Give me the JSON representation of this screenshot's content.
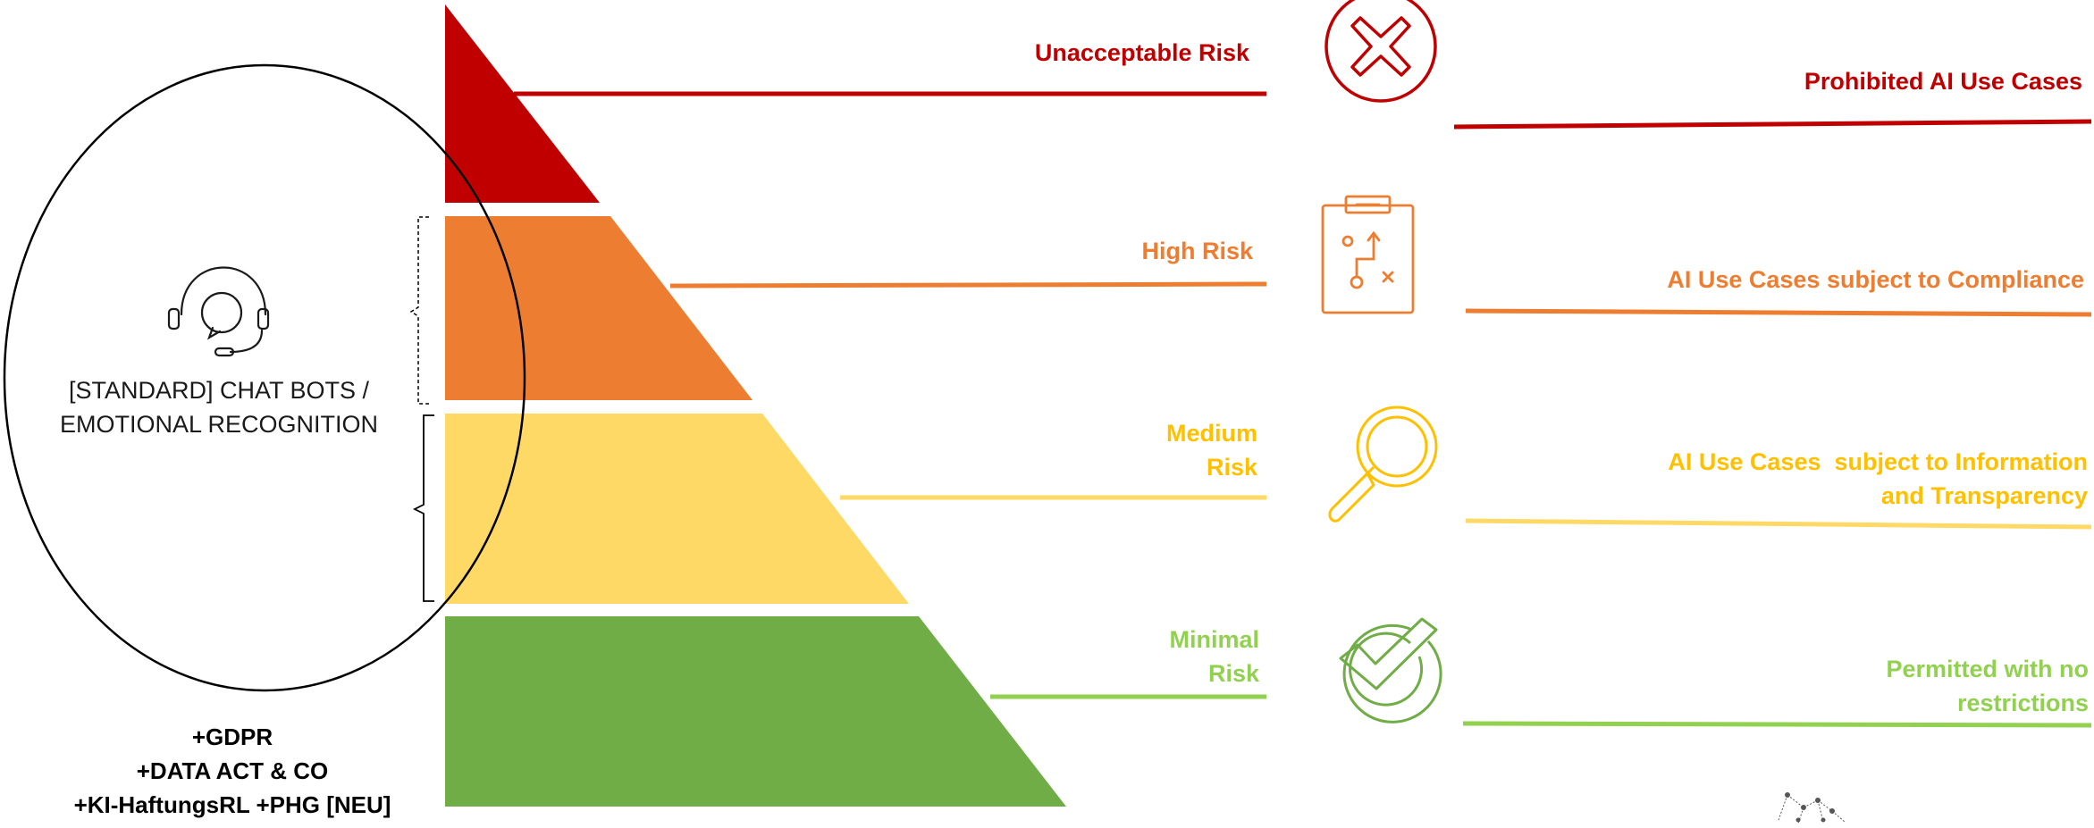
{
  "ellipse": {
    "line1": "[STANDARD] CHAT BOTS /",
    "line2": "EMOTIONAL RECOGNITION",
    "icon": "headset-chat-icon"
  },
  "notes": [
    "+GDPR",
    "+DATA ACT & CO",
    "+KI-HaftungsRL +PHG [NEU]"
  ],
  "tiers": [
    {
      "id": "unacceptable",
      "color": "#c00000",
      "label_lines": [
        "Unacceptable Risk"
      ],
      "icon": "x-circle-icon",
      "outcome_lines": [
        "Prohibited AI Use Cases"
      ]
    },
    {
      "id": "high",
      "color": "#ed7d31",
      "label_lines": [
        "High Risk"
      ],
      "icon": "clipboard-strategy-icon",
      "outcome_lines": [
        "AI Use Cases subject to Compliance"
      ]
    },
    {
      "id": "medium",
      "color": "#ffc000",
      "fill": "#ffd966",
      "label_lines": [
        "Medium",
        "Risk"
      ],
      "icon": "magnifier-icon",
      "outcome_lines": [
        "AI Use Cases  subject to Information",
        "and Transparency"
      ]
    },
    {
      "id": "minimal",
      "color": "#92d050",
      "fill": "#70ad47",
      "label_lines": [
        "Minimal",
        "Risk"
      ],
      "icon": "check-circle-icon",
      "outcome_lines": [
        "Permitted with no",
        "restrictions"
      ]
    }
  ]
}
